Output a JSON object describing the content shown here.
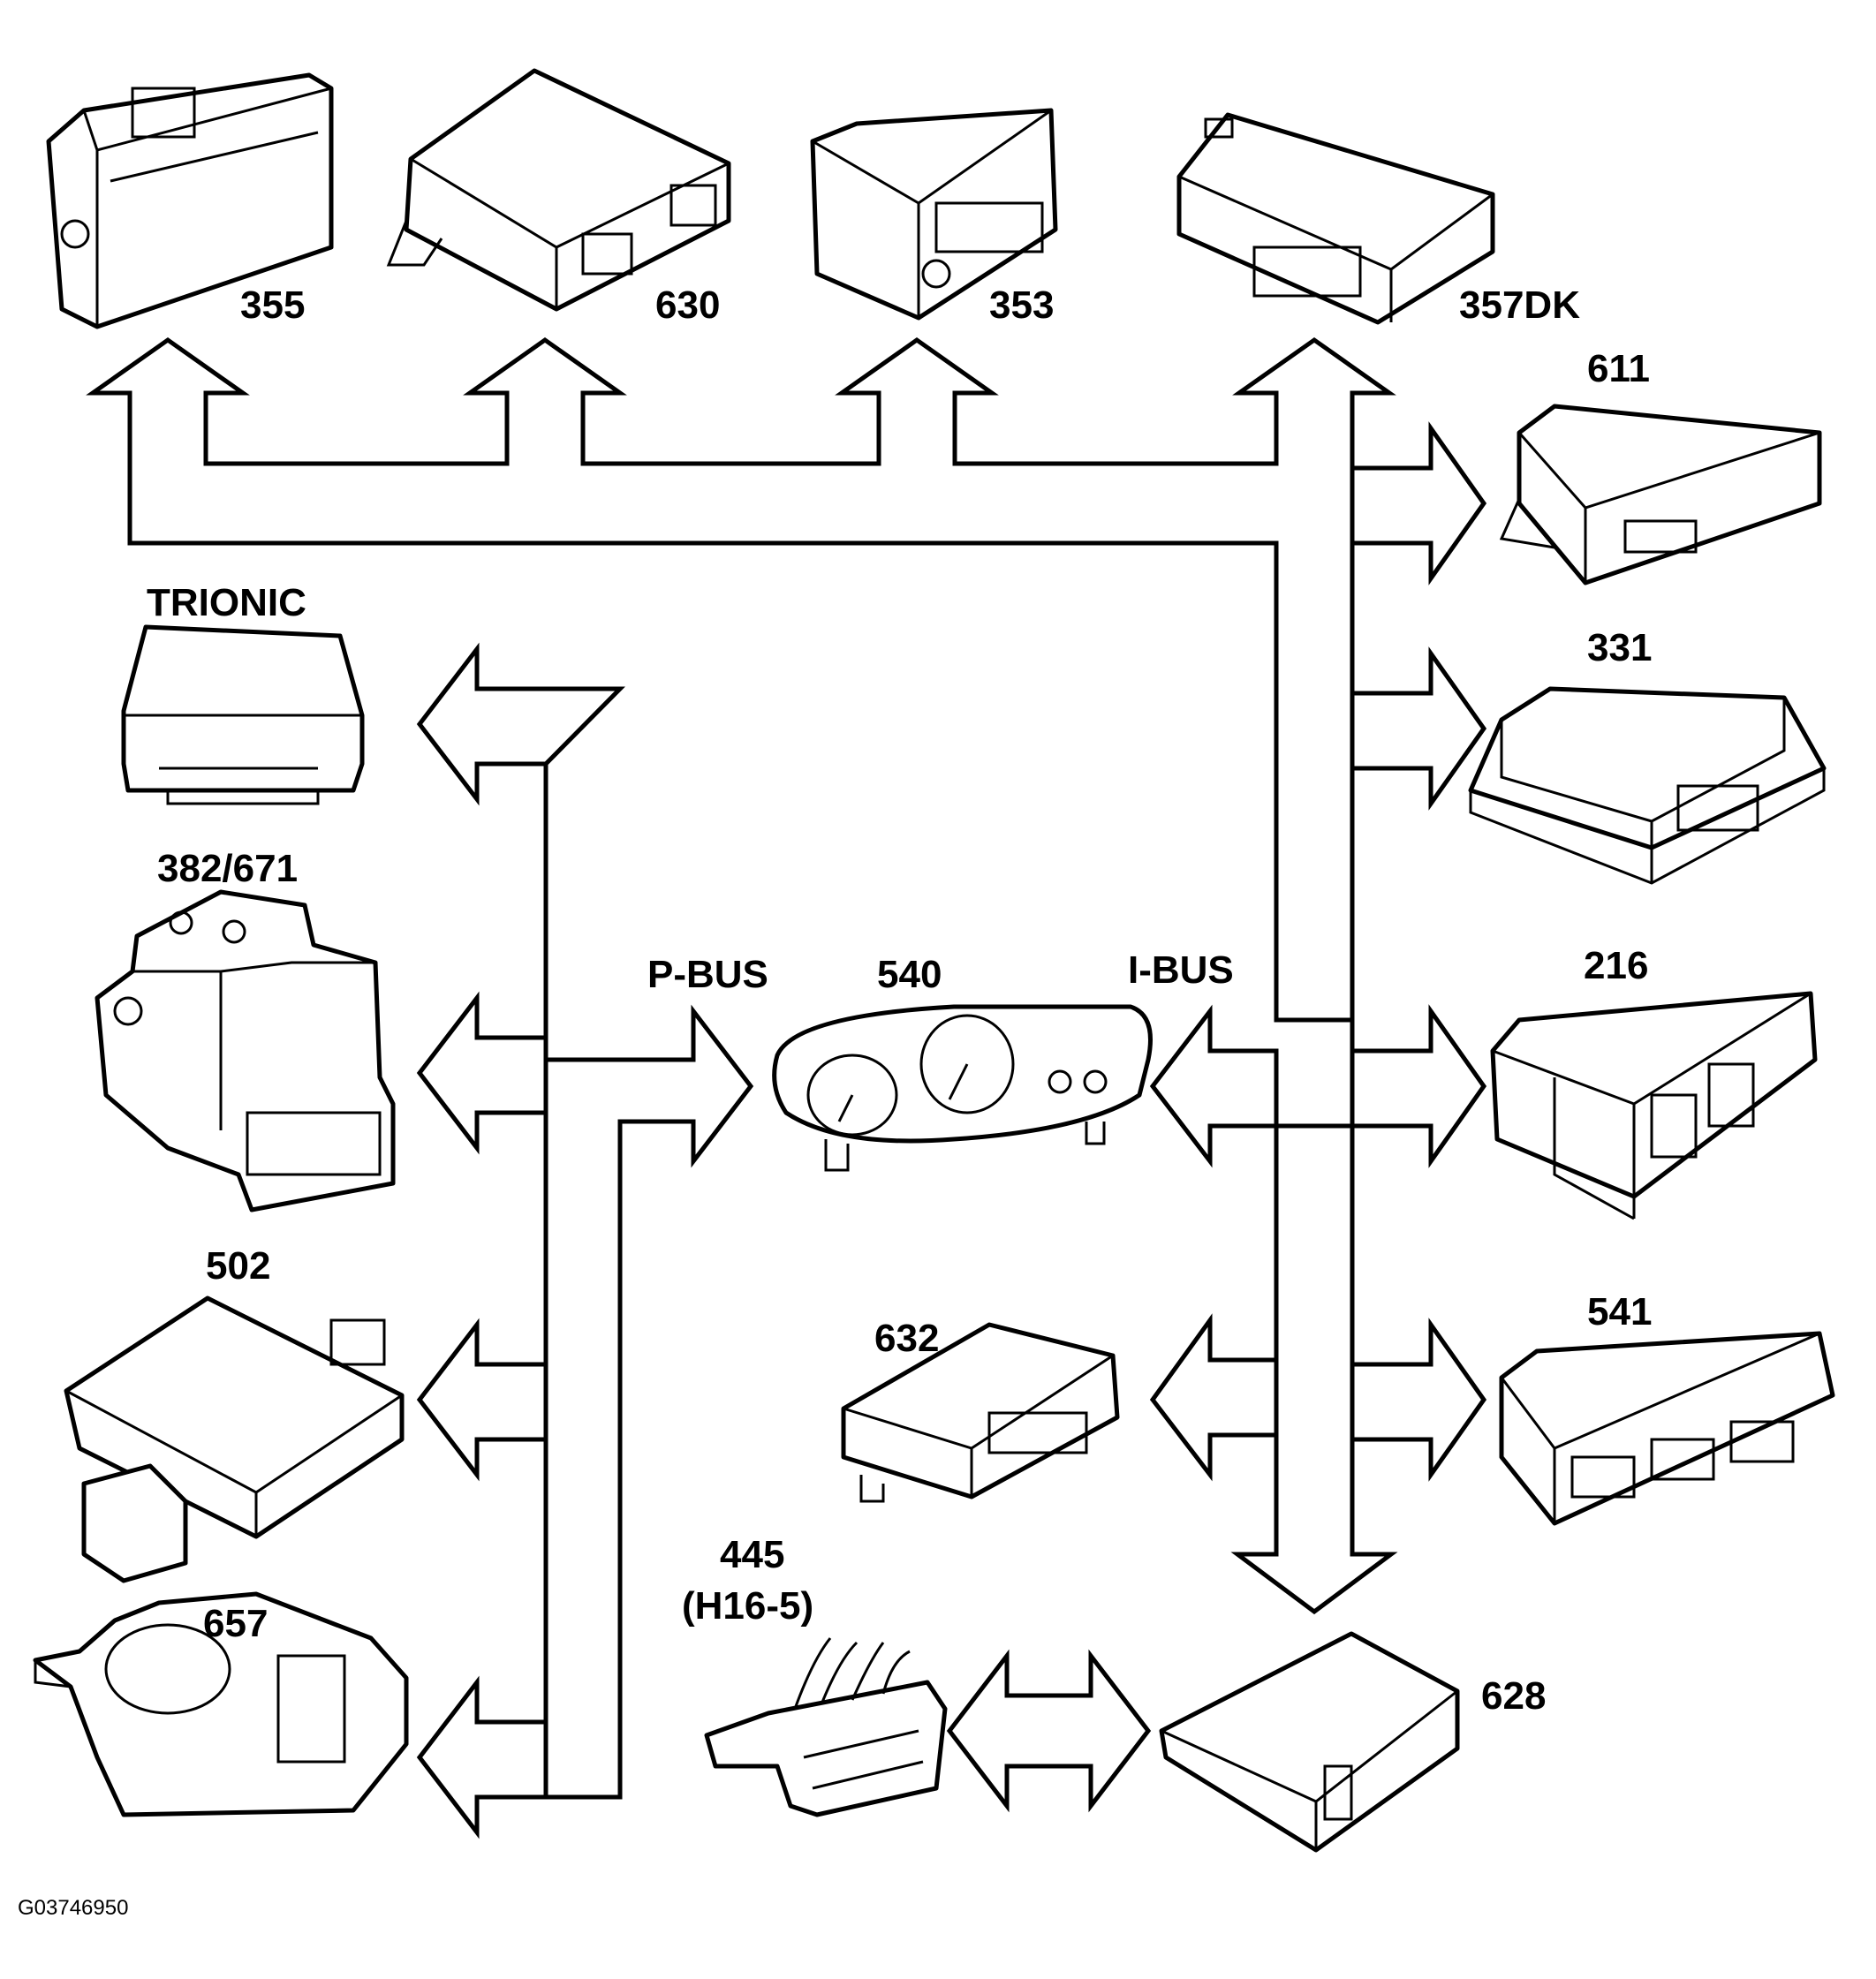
{
  "labels": {
    "m355": "355",
    "m630": "630",
    "m353": "353",
    "m357dk": "357DK",
    "m611": "611",
    "trionic": "TRIONIC",
    "m331": "331",
    "m382": "382/671",
    "pbus": "P-BUS",
    "m540": "540",
    "ibus": "I-BUS",
    "m216": "216",
    "m502": "502",
    "m632": "632",
    "m541": "541",
    "m445": "445",
    "m445sub": "(H16-5)",
    "m657": "657",
    "m628": "628",
    "figure_code": "G03746950"
  }
}
